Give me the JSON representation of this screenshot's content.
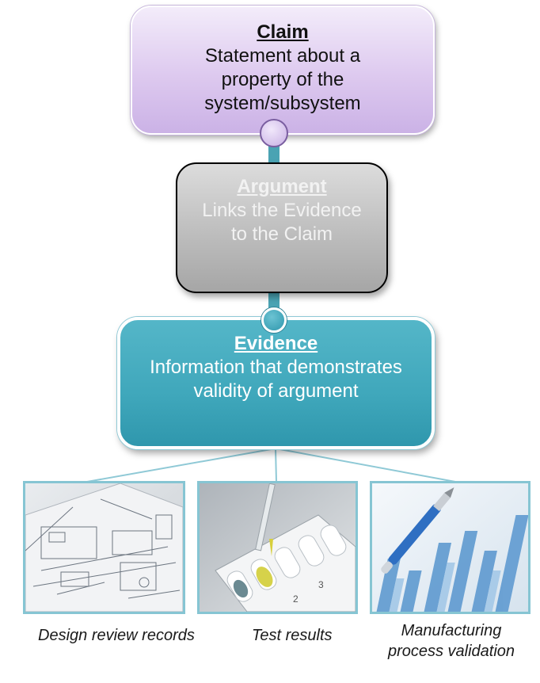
{
  "claim": {
    "title": "Claim",
    "text": "Statement about a property of the system/subsystem"
  },
  "argument": {
    "title": "Argument",
    "text": "Links the Evidence to the Claim"
  },
  "evidence": {
    "title": "Evidence",
    "text": "Information that demonstrates validity of argument"
  },
  "evidence_items": [
    {
      "caption": "Design review records",
      "image": "blueprint-image"
    },
    {
      "caption": "Test results",
      "image": "test-tube-pipette-image"
    },
    {
      "caption": "Manufacturing process validation",
      "image": "bar-chart-pen-image"
    }
  ],
  "colors": {
    "claim": "#ddc9ef",
    "argument": "#bdbdbd",
    "evidence": "#3fa7bb",
    "connector": "#4aa3b3"
  }
}
